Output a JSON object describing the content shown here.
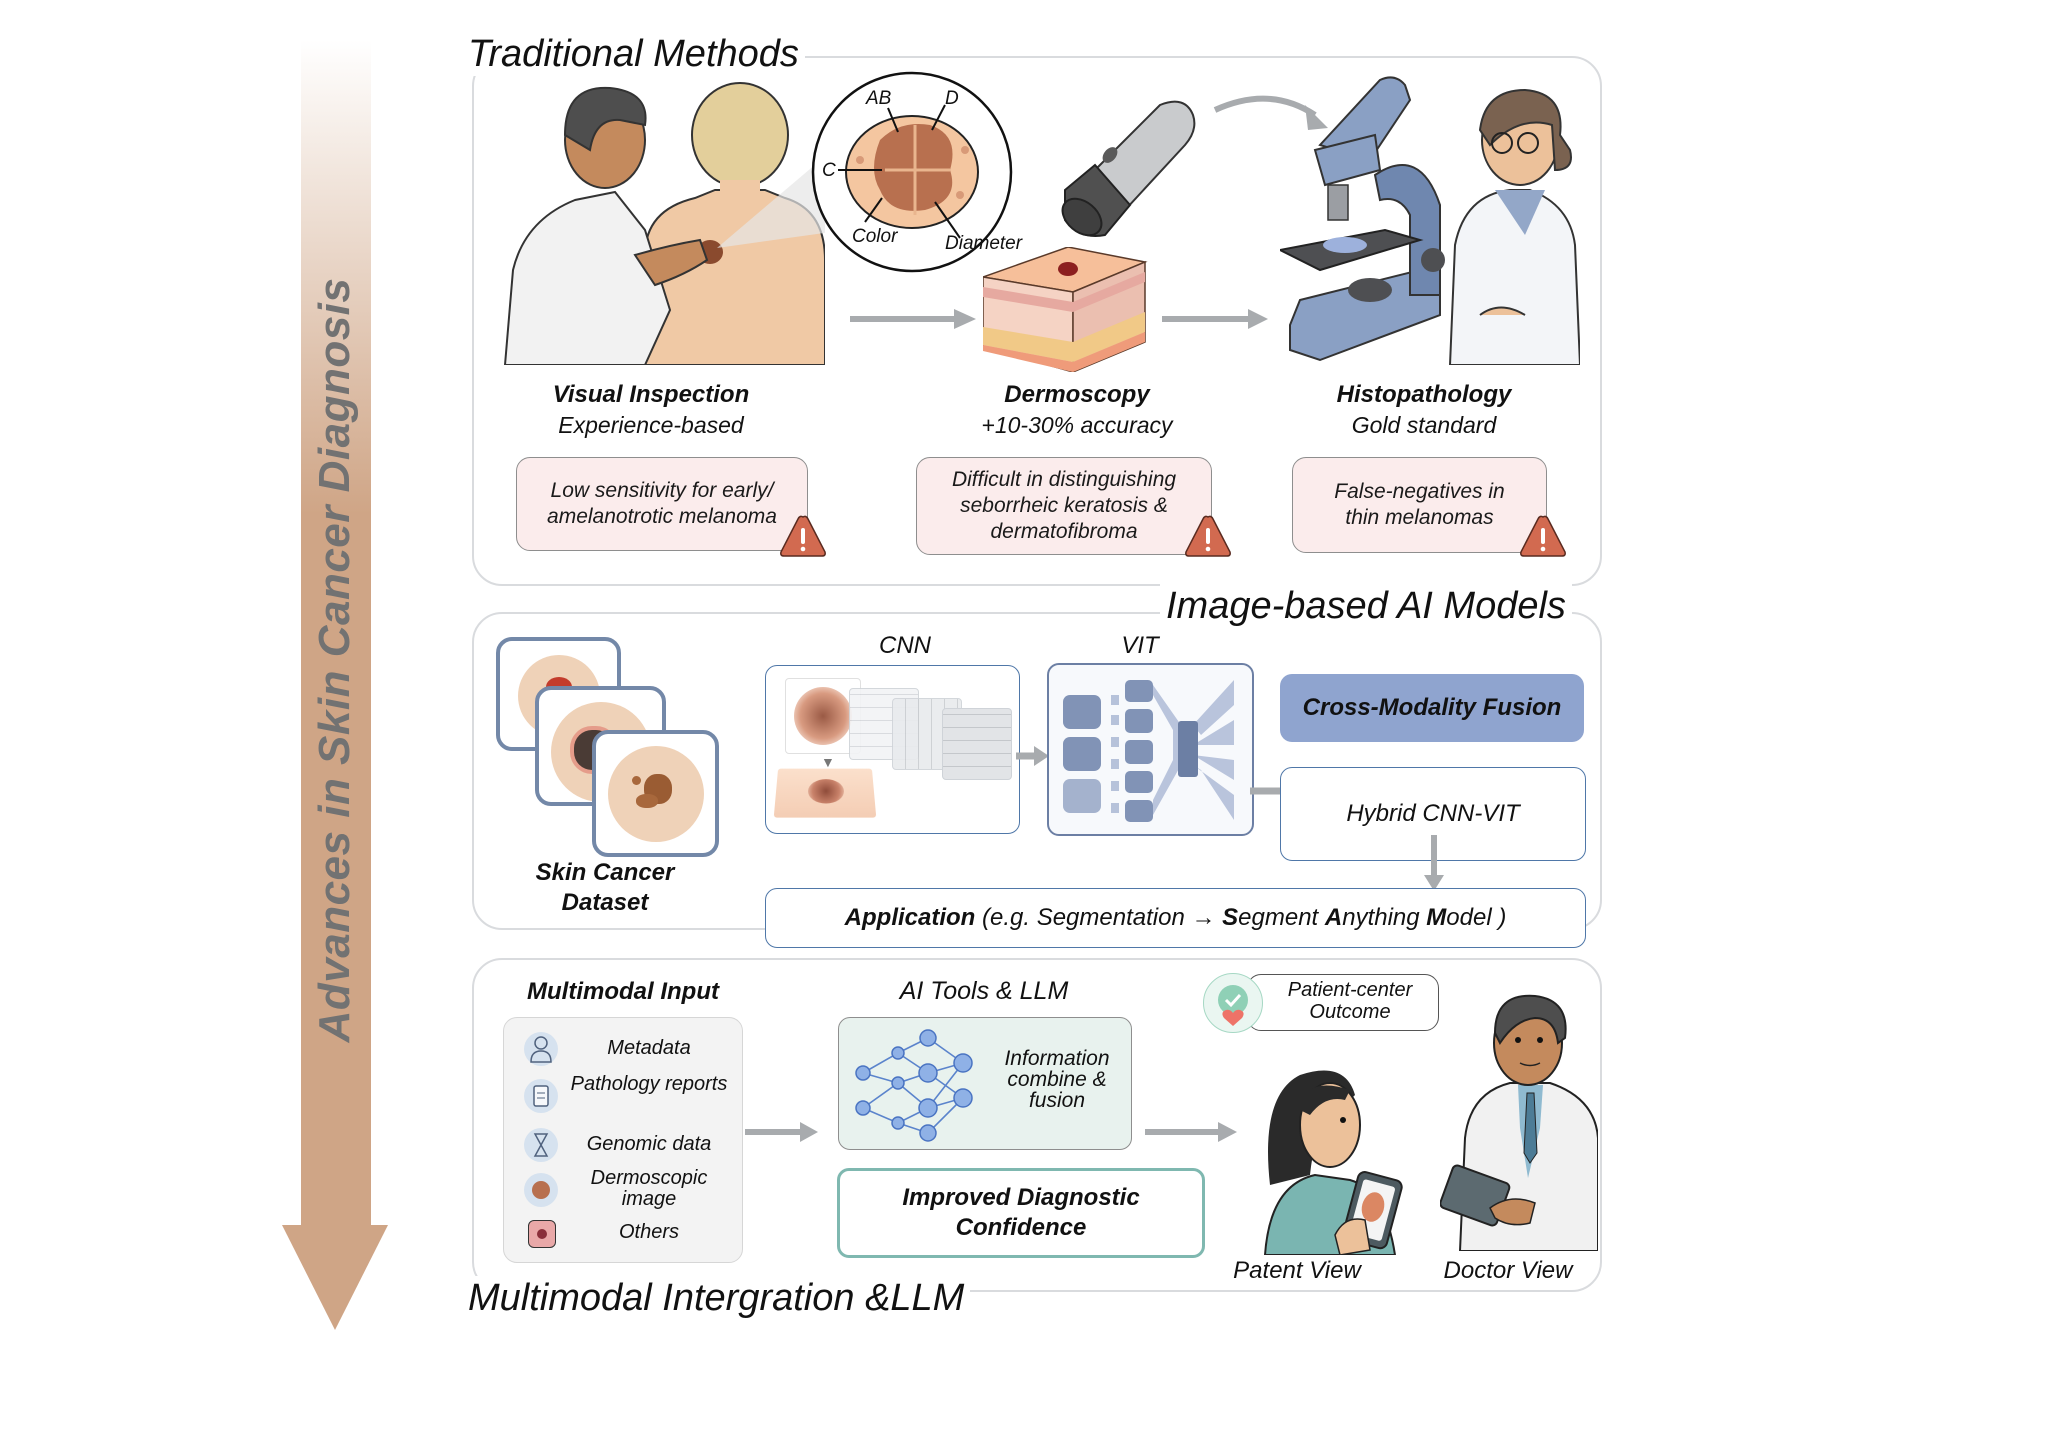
{
  "side_arrow": {
    "label": "Advances in Skin Cancer Diagnosis",
    "color": "#cfa586"
  },
  "traditional": {
    "title": "Traditional Methods",
    "abcd": {
      "ab": "AB",
      "d": "D",
      "c": "C",
      "color": "Color",
      "diameter": "Diameter"
    },
    "methods": [
      {
        "name": "Visual Inspection",
        "note": "Experience-based",
        "limitation": "Low sensitivity for early/ amelanotrotic melanoma"
      },
      {
        "name": "Dermoscopy",
        "note": "+10-30% accuracy",
        "limitation": "Difficult in distinguishing seborrheic keratosis & dermatofibroma"
      },
      {
        "name": "Histopathology",
        "note": "Gold standard",
        "limitation": "False-negatives in thin melanomas"
      }
    ],
    "warning_icon": "warning-triangle-icon",
    "warning_color": "#d26a50"
  },
  "image_ai": {
    "title": "Image-based AI Models",
    "dataset_label_1": "Skin Cancer",
    "dataset_label_2": "Dataset",
    "cnn_label": "CNN",
    "vit_label": "VIT",
    "fusion_label": "Cross-Modality Fusion",
    "hybrid_label": "Hybrid CNN-VIT",
    "application": {
      "bold": "Application",
      "prefix": " (e.g. Segmentation → ",
      "s": "S",
      "egment": "egment ",
      "a": "A",
      "nything": "nything ",
      "m": "M",
      "odel": "odel )"
    },
    "accent": "#8fa4cf"
  },
  "multimodal": {
    "title": "Multimodal Intergration &LLM",
    "input_title": "Multimodal Input",
    "inputs": [
      {
        "label": "Metadata",
        "icon": "person-icon"
      },
      {
        "label": "Pathology reports",
        "icon": "report-icon"
      },
      {
        "label": "Genomic data",
        "icon": "hourglass-dna-icon"
      },
      {
        "label": "Dermoscopic image",
        "icon": "lesion-dot-icon"
      },
      {
        "label": "Others",
        "icon": "sample-icon"
      }
    ],
    "ai_title": "AI Tools & LLM",
    "ai_box_text": "Information combine & fusion",
    "confidence": "Improved Diagnostic Confidence",
    "outcome": "Patient-center Outcome",
    "patient_view": "Patent View",
    "doctor_view": "Doctor View",
    "teal": "#7fb8b0"
  }
}
